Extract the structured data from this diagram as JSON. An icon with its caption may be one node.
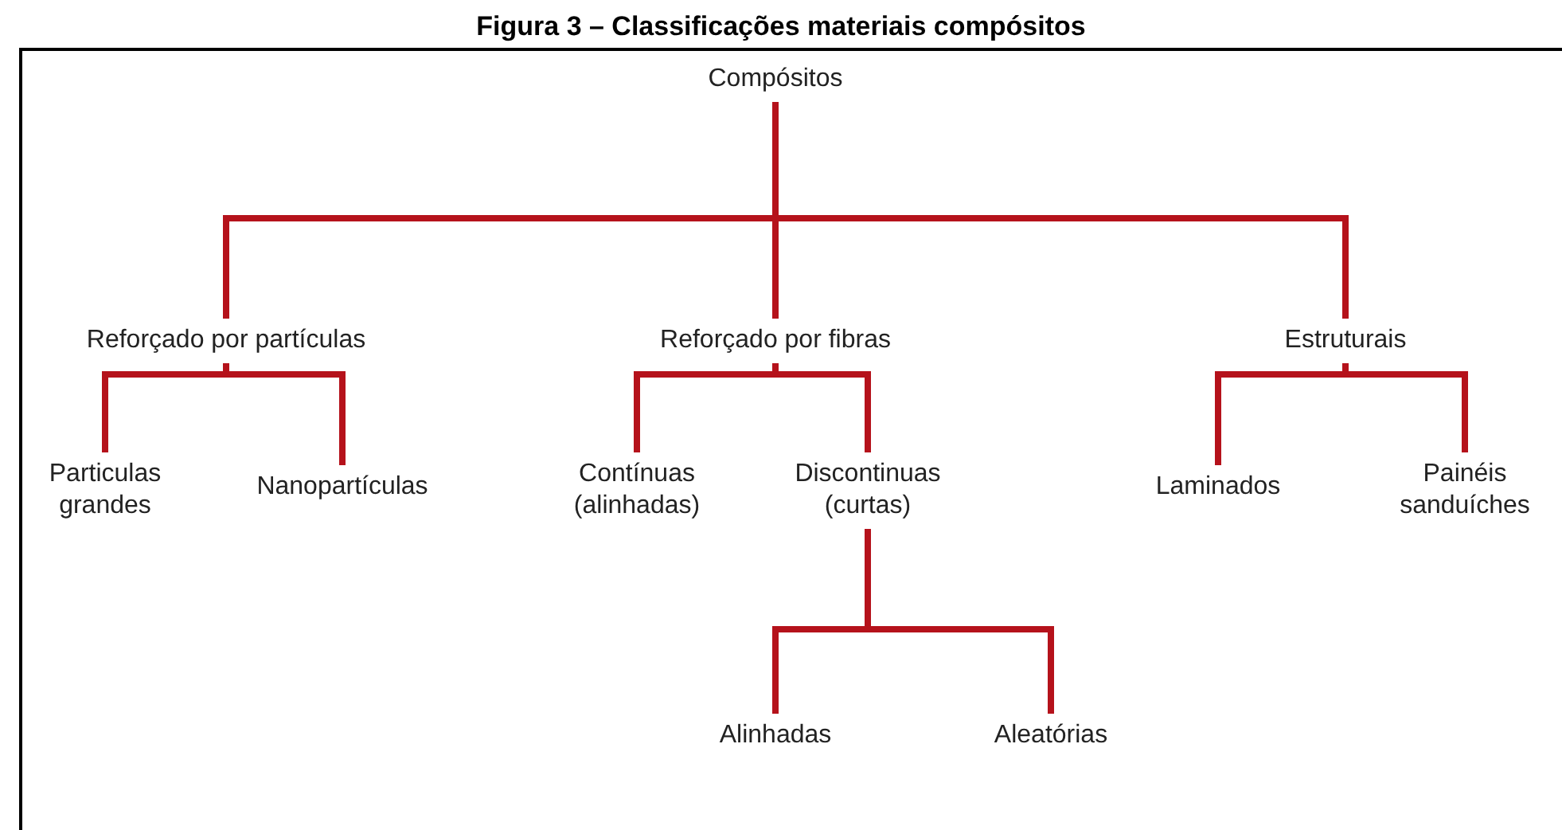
{
  "diagram": {
    "title": "Figura 3 – Classificações materiais compósitos",
    "nodes": [
      {
        "text": [
          "Compósitos"
        ]
      },
      {
        "text": [
          "Reforçado por partículas"
        ]
      },
      {
        "text": [
          "Reforçado por fibras"
        ]
      },
      {
        "text": [
          "Estruturais"
        ]
      },
      {
        "text": [
          "Particulas grandes"
        ]
      },
      {
        "text": [
          "Nanopartículas"
        ]
      },
      {
        "text": [
          "Contínuas (alinhadas)"
        ]
      },
      {
        "text": [
          "Discontinuas (curtas)"
        ]
      },
      {
        "text": [
          "Laminados"
        ]
      },
      {
        "text": [
          "Painéis sanduíches"
        ]
      },
      {
        "text": [
          "Alinhadas"
        ]
      },
      {
        "text": [
          "Aleatórias"
        ]
      }
    ],
    "edges": [
      {
        "from": 0,
        "to": 1,
        "arrow": "none"
      },
      {
        "from": 0,
        "to": 2,
        "arrow": "none"
      },
      {
        "from": 0,
        "to": 3,
        "arrow": "none"
      },
      {
        "from": 1,
        "to": 4,
        "arrow": "none"
      },
      {
        "from": 1,
        "to": 5,
        "arrow": "none"
      },
      {
        "from": 2,
        "to": 6,
        "arrow": "none"
      },
      {
        "from": 2,
        "to": 7,
        "arrow": "none"
      },
      {
        "from": 3,
        "to": 8,
        "arrow": "none"
      },
      {
        "from": 3,
        "to": 9,
        "arrow": "none"
      },
      {
        "from": 7,
        "to": 10,
        "arrow": "none"
      },
      {
        "from": 7,
        "to": 11,
        "arrow": "none"
      }
    ]
  }
}
